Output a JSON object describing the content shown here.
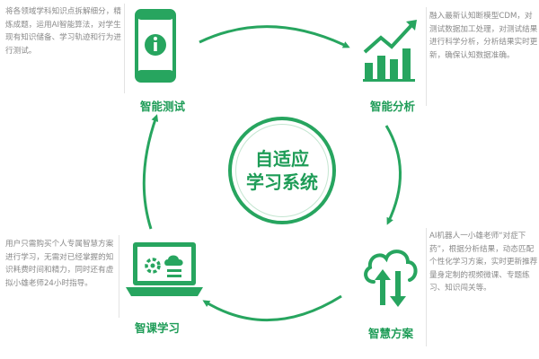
{
  "center": {
    "line1": "自适应",
    "line2": "学习系统"
  },
  "nodes": {
    "test": {
      "label": "智能测试",
      "desc": "将各领域学科知识点拆解细分，精炼成题，运用AI智能算法，对学生现有知识储备、学习轨迹和行为进行测试。"
    },
    "analysis": {
      "label": "智能分析",
      "desc": "融入最新认知断模型CDM，对测试数据加工处理，对测试结果进行科学分析，分析结果实时更新，确保认知数据准确。"
    },
    "plan": {
      "label": "智慧方案",
      "desc": "AI机器人一小雄老师“对症下药”，根据分析结果，动态匹配个性化学习方案，实时更新推荐量身定制的视频微课、专题练习、知识闯关等。"
    },
    "study": {
      "label": "智课学习",
      "desc": "用户只需购买个人专属智慧方案进行学习，无需对已经掌握的知识耗费时间和精力，同时还有虚拟小雄老师24小时指导。"
    }
  },
  "colors": {
    "green": "#27a55f",
    "dark_green": "#1e9c57",
    "text": "#8a8a8a"
  },
  "icons": [
    "phone-info-icon",
    "growth-chart-icon",
    "cloud-transfer-icon",
    "laptop-lesson-icon"
  ]
}
